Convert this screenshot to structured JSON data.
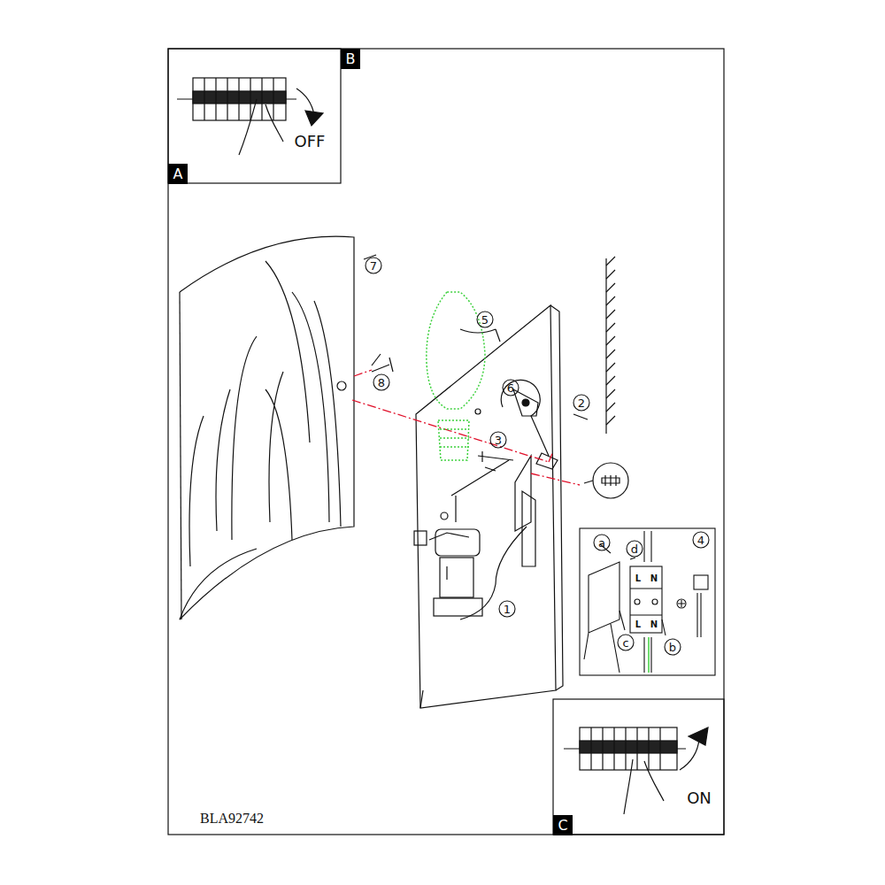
{
  "diagram": {
    "nodes": [
      {
        "text": [
          "B"
        ]
      },
      {
        "text": [
          "A"
        ]
      },
      {
        "text": [
          "C"
        ]
      }
    ],
    "edges": [],
    "labels": [
      "OFF",
      "ON",
      "BLA92742",
      "1",
      "2",
      "3",
      "4",
      "5",
      "6",
      "7",
      "8",
      "a",
      "b",
      "c",
      "d",
      "L",
      "N",
      "L",
      "N"
    ]
  }
}
